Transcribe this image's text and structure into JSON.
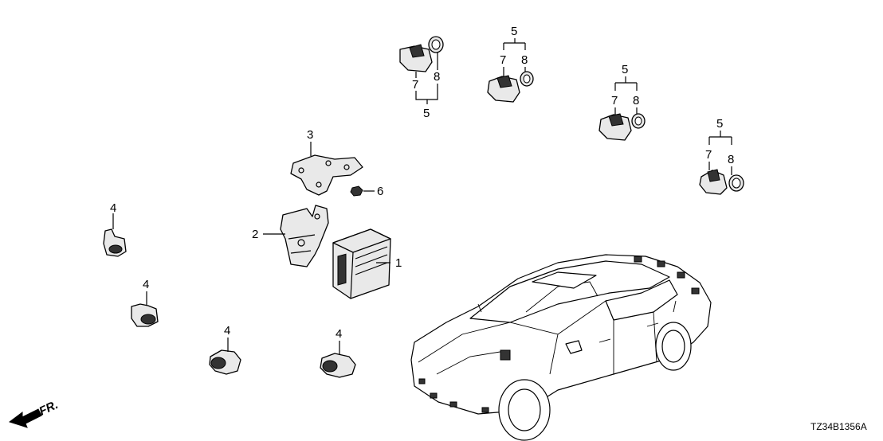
{
  "callouts": {
    "c1": "1",
    "c2": "2",
    "c3": "3",
    "c4": "4",
    "c5": "5",
    "c6": "6",
    "c7": "7",
    "c8": "8"
  },
  "front_arrow_label": "FR.",
  "diagram_code": "TZ34B1356A"
}
